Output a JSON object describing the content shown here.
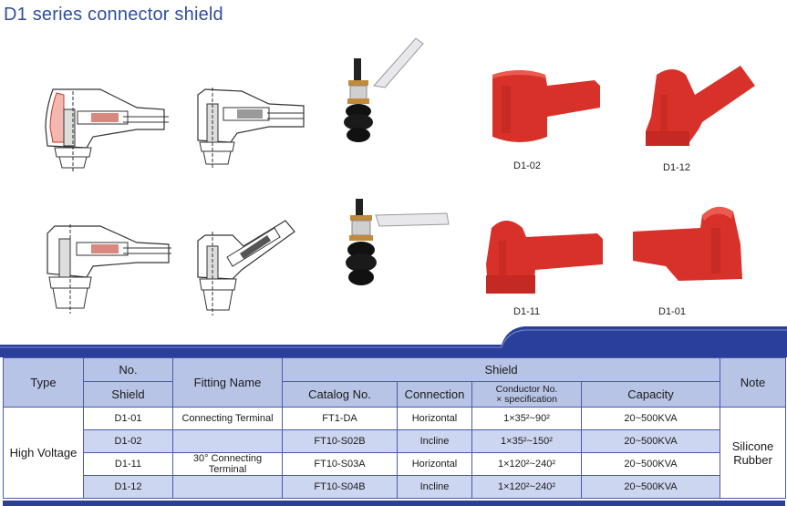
{
  "title": "D1 series connector shield",
  "captions": {
    "d1_02": "D1-02",
    "d1_12": "D1-12",
    "d1_11": "D1-11",
    "d1_01": "D1-01"
  },
  "colors": {
    "shield_red": "#d8312a",
    "band_blue": "#2a3f99",
    "header_fill": "#b8c4e6",
    "row_shade": "#cdd6f0"
  },
  "table": {
    "headers": {
      "type": "Type",
      "no": "No.",
      "fitting_name": "Fitting Name",
      "shield_group": "Shield",
      "note": "Note",
      "shield_no": "Shield",
      "catalog_no": "Catalog No.",
      "connection": "Connection",
      "conductor_line1": "Conductor No.",
      "conductor_line2": "× specification",
      "capacity": "Capacity"
    },
    "type_value": "High Voltage",
    "note_value": "Silicone Rubber",
    "fitting_names": {
      "first": "Connecting Terminal",
      "second": "30° Connecting Terminal"
    },
    "rows": [
      {
        "shield": "D1-01",
        "catalog": "FT1-DA",
        "connection": "Horizontal",
        "conductor": "1×35²~90²",
        "capacity": "20~500KVA"
      },
      {
        "shield": "D1-02",
        "catalog": "FT10-S02B",
        "connection": "Incline",
        "conductor": "1×35²~150²",
        "capacity": "20~500KVA"
      },
      {
        "shield": "D1-11",
        "catalog": "FT10-S03A",
        "connection": "Horizontal",
        "conductor": "1×120²~240²",
        "capacity": "20~500KVA"
      },
      {
        "shield": "D1-12",
        "catalog": "FT10-S04B",
        "connection": "Incline",
        "conductor": "1×120²~240²",
        "capacity": "20~500KVA"
      }
    ]
  }
}
